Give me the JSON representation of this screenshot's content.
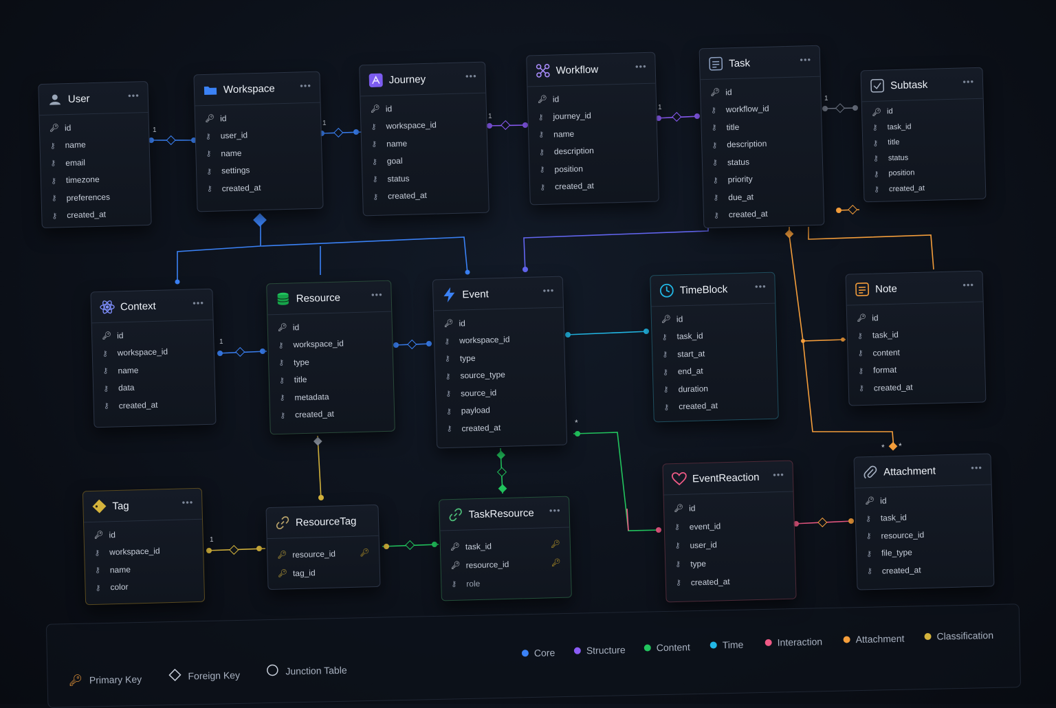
{
  "colors": {
    "core": "#3b82f6",
    "structure": "#8b5cf6",
    "content": "#22c55e",
    "time": "#22b8e6",
    "interaction": "#f05a86",
    "attachment": "#f59e3b",
    "classification": "#d4b33c"
  },
  "entities": {
    "user": {
      "title": "User",
      "icon": "user-icon",
      "fields": [
        "id",
        "name",
        "email",
        "timezone",
        "preferences",
        "created_at"
      ]
    },
    "workspace": {
      "title": "Workspace",
      "icon": "folder-icon",
      "fields": [
        "id",
        "user_id",
        "name",
        "settings",
        "created_at"
      ]
    },
    "journey": {
      "title": "Journey",
      "icon": "journey-icon",
      "fields": [
        "id",
        "workspace_id",
        "name",
        "goal",
        "status",
        "created_at"
      ]
    },
    "workflow": {
      "title": "Workflow",
      "icon": "workflow-icon",
      "fields": [
        "id",
        "journey_id",
        "name",
        "description",
        "position",
        "created_at"
      ]
    },
    "task": {
      "title": "Task",
      "icon": "task-icon",
      "fields": [
        "id",
        "workflow_id",
        "title",
        "description",
        "status",
        "priority",
        "due_at",
        "created_at"
      ]
    },
    "subtask": {
      "title": "Subtask",
      "icon": "checkbox-icon",
      "fields": [
        "id",
        "task_id",
        "title",
        "status",
        "position",
        "created_at"
      ]
    },
    "context": {
      "title": "Context",
      "icon": "atom-icon",
      "fields": [
        "id",
        "workspace_id",
        "name",
        "data",
        "created_at"
      ]
    },
    "resource": {
      "title": "Resource",
      "icon": "database-icon",
      "fields": [
        "id",
        "workspace_id",
        "type",
        "title",
        "metadata",
        "created_at"
      ]
    },
    "event": {
      "title": "Event",
      "icon": "lightning-icon",
      "fields": [
        "id",
        "workspace_id",
        "type",
        "source_type",
        "source_id",
        "payload",
        "created_at"
      ]
    },
    "timeblock": {
      "title": "TimeBlock",
      "icon": "clock-icon",
      "fields": [
        "id",
        "task_id",
        "start_at",
        "end_at",
        "duration",
        "created_at"
      ]
    },
    "note": {
      "title": "Note",
      "icon": "note-icon",
      "fields": [
        "id",
        "task_id",
        "content",
        "format",
        "created_at"
      ]
    },
    "tag": {
      "title": "Tag",
      "icon": "tag-icon",
      "fields": [
        "id",
        "workspace_id",
        "name",
        "color"
      ]
    },
    "resourcetag": {
      "title": "ResourceTag",
      "icon": "link-icon",
      "fields": [
        "resource_id",
        "tag_id"
      ]
    },
    "taskresource": {
      "title": "TaskResource",
      "icon": "link-icon",
      "fields": [
        "task_id",
        "resource_id",
        "role"
      ]
    },
    "eventreaction": {
      "title": "EventReaction",
      "icon": "heart-icon",
      "fields": [
        "id",
        "event_id",
        "user_id",
        "type",
        "created_at"
      ]
    },
    "attachment": {
      "title": "Attachment",
      "icon": "paperclip-icon",
      "fields": [
        "id",
        "task_id",
        "resource_id",
        "file_type",
        "created_at"
      ]
    }
  },
  "multiplicity": {
    "one": "1",
    "many": "*"
  },
  "legend": {
    "keys": [
      "Primary Key",
      "Foreign Key",
      "Junction Table"
    ],
    "categories": [
      "Core",
      "Structure",
      "Content",
      "Time",
      "Interaction",
      "Attachment",
      "Classification"
    ]
  }
}
